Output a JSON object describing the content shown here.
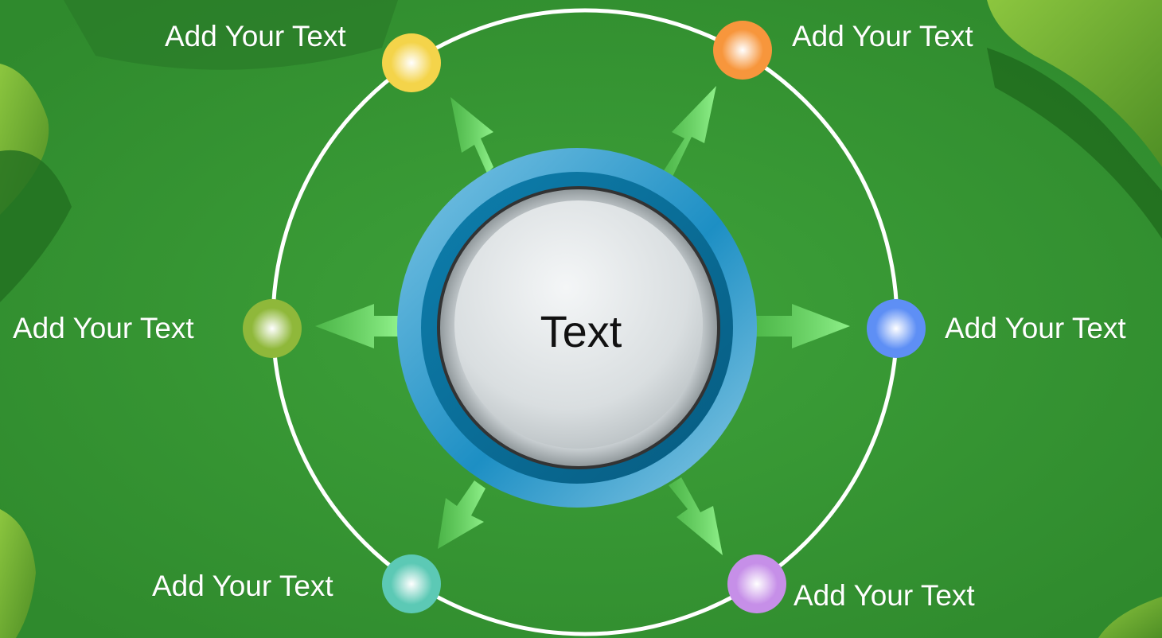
{
  "center": {
    "text": "Text"
  },
  "nodes": [
    {
      "id": "top-left",
      "label": "Add Your Text",
      "color": "#f4d44a"
    },
    {
      "id": "top-right",
      "label": "Add Your Text",
      "color": "#f7963c"
    },
    {
      "id": "left",
      "label": "Add Your Text",
      "color": "#8fb83a"
    },
    {
      "id": "right",
      "label": "Add Your Text",
      "color": "#5e8ff5"
    },
    {
      "id": "bottom-left",
      "label": "Add Your Text",
      "color": "#5cc9b5"
    },
    {
      "id": "bottom-right",
      "label": "Add Your Text",
      "color": "#c68fe8"
    }
  ],
  "colors": {
    "background": "#379934",
    "ring": "#ffffff",
    "arrow": "#7fe07a",
    "hub_outer": "#4aa8d4",
    "hub_inner": "#0a6f9a"
  }
}
